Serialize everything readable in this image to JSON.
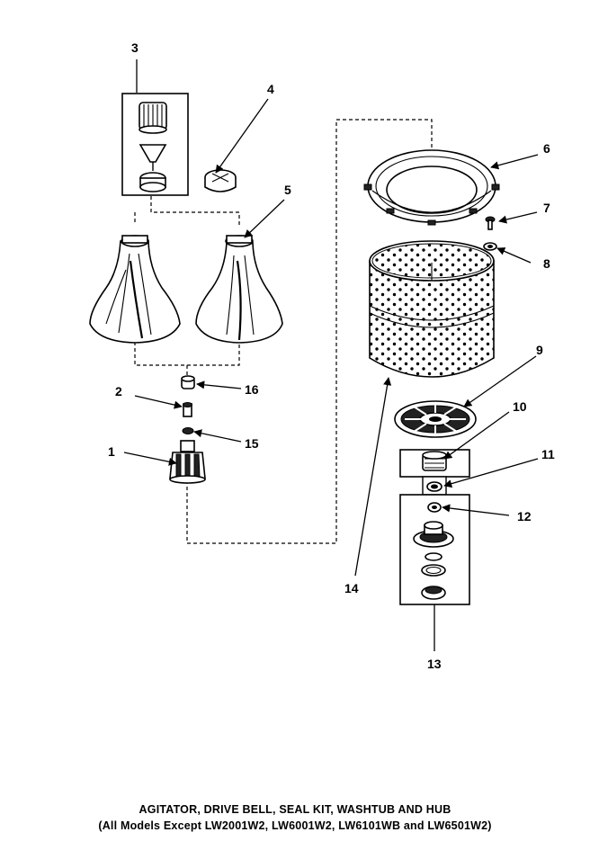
{
  "diagram": {
    "caption_line1": "AGITATOR, DRIVE BELL, SEAL KIT, WASHTUB AND HUB",
    "caption_line2": "(All Models Except LW2001W2, LW6001W2, LW6101WB and LW6501W2)",
    "callouts": {
      "c1": "1",
      "c2": "2",
      "c3": "3",
      "c4": "4",
      "c5": "5",
      "c6": "6",
      "c7": "7",
      "c8": "8",
      "c9": "9",
      "c10": "10",
      "c11": "11",
      "c12": "12",
      "c13": "13",
      "c14": "14",
      "c15": "15",
      "c16": "16"
    }
  }
}
